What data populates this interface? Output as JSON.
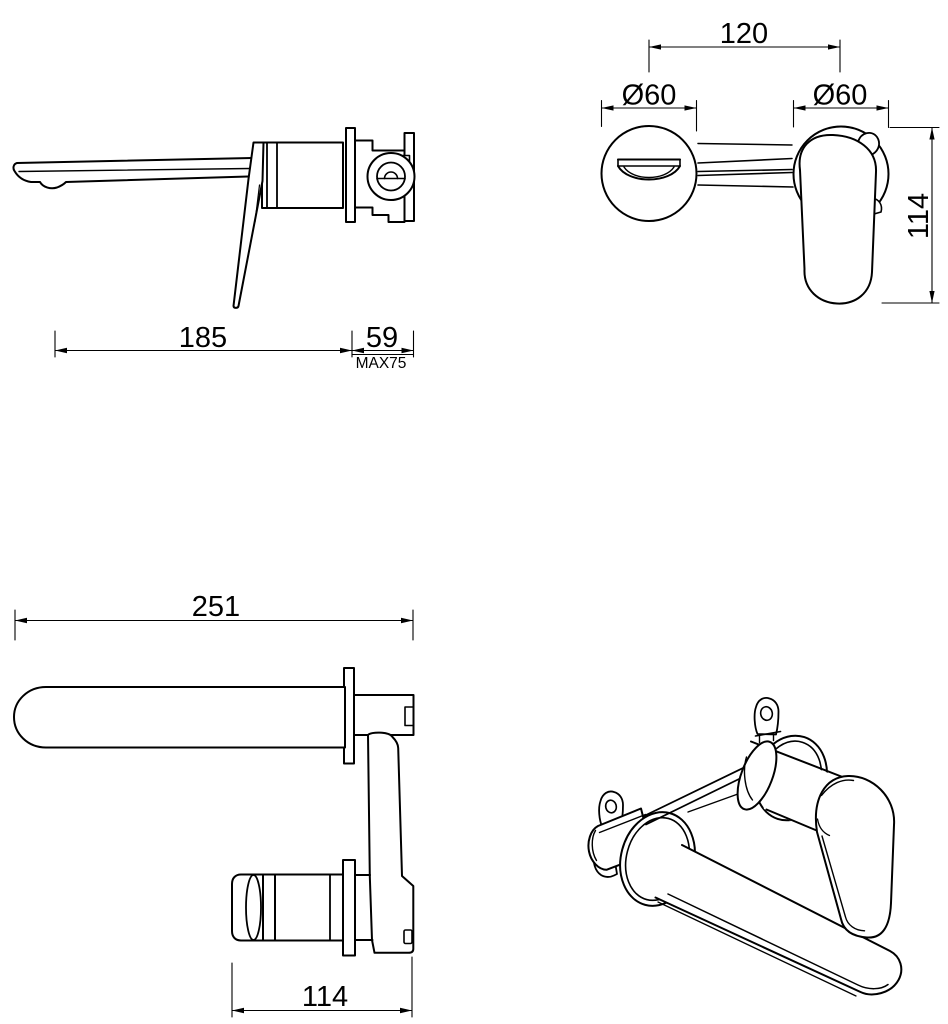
{
  "colors": {
    "background": "#ffffff",
    "line": "#000000"
  },
  "views": {
    "side": {
      "dims": {
        "reach": "185",
        "depth": "59",
        "depth_note": "MAX75"
      }
    },
    "front": {
      "dims": {
        "spacing": "120",
        "dia_left": "Ø60",
        "dia_right": "Ø60",
        "height": "114"
      }
    },
    "concealed": {
      "dims": {
        "length": "251",
        "width": "114"
      }
    }
  }
}
